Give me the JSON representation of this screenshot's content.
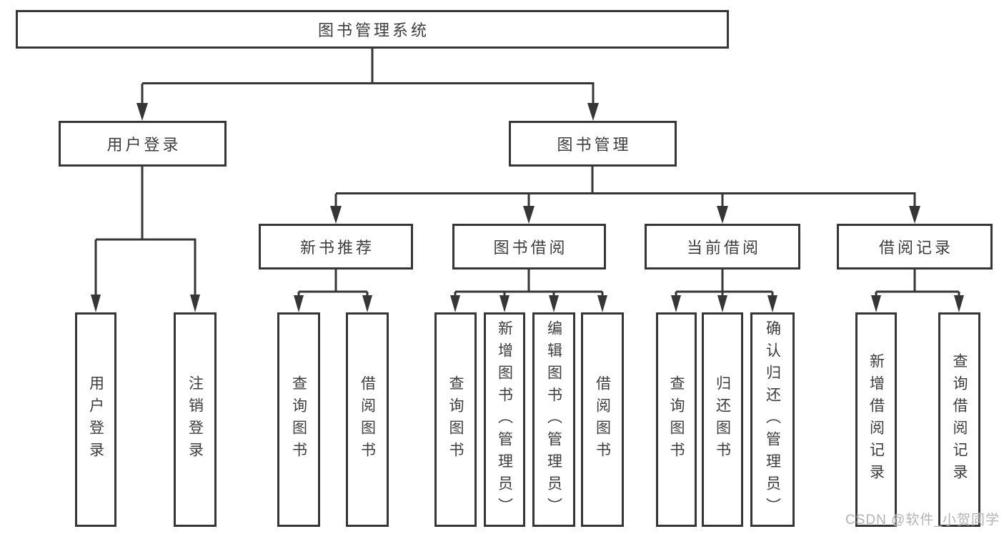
{
  "tree": {
    "label": "图书管理系统",
    "children": [
      {
        "label": "用户登录",
        "children": [
          {
            "label": "用户登录"
          },
          {
            "label": "注销登录"
          }
        ]
      },
      {
        "label": "图书管理",
        "children": [
          {
            "label": "新书推荐",
            "children": [
              {
                "label": "查询图书"
              },
              {
                "label": "借阅图书"
              }
            ]
          },
          {
            "label": "图书借阅",
            "children": [
              {
                "label": "查询图书"
              },
              {
                "label": "新增图书（管理员）"
              },
              {
                "label": "编辑图书（管理员）"
              },
              {
                "label": "借阅图书"
              }
            ]
          },
          {
            "label": "当前借阅",
            "children": [
              {
                "label": "查询图书"
              },
              {
                "label": "归还图书"
              },
              {
                "label": "确认归还（管理员）"
              }
            ]
          },
          {
            "label": "借阅记录",
            "children": [
              {
                "label": "新增借阅记录"
              },
              {
                "label": "查询借阅记录"
              }
            ]
          }
        ]
      }
    ]
  },
  "watermark": {
    "text": "CSDN @软件_小贺同学"
  },
  "colors": {
    "line": "#363636",
    "text": "#3d3d3d",
    "watermark": "#b3b3b3",
    "background": "#ffffff"
  }
}
